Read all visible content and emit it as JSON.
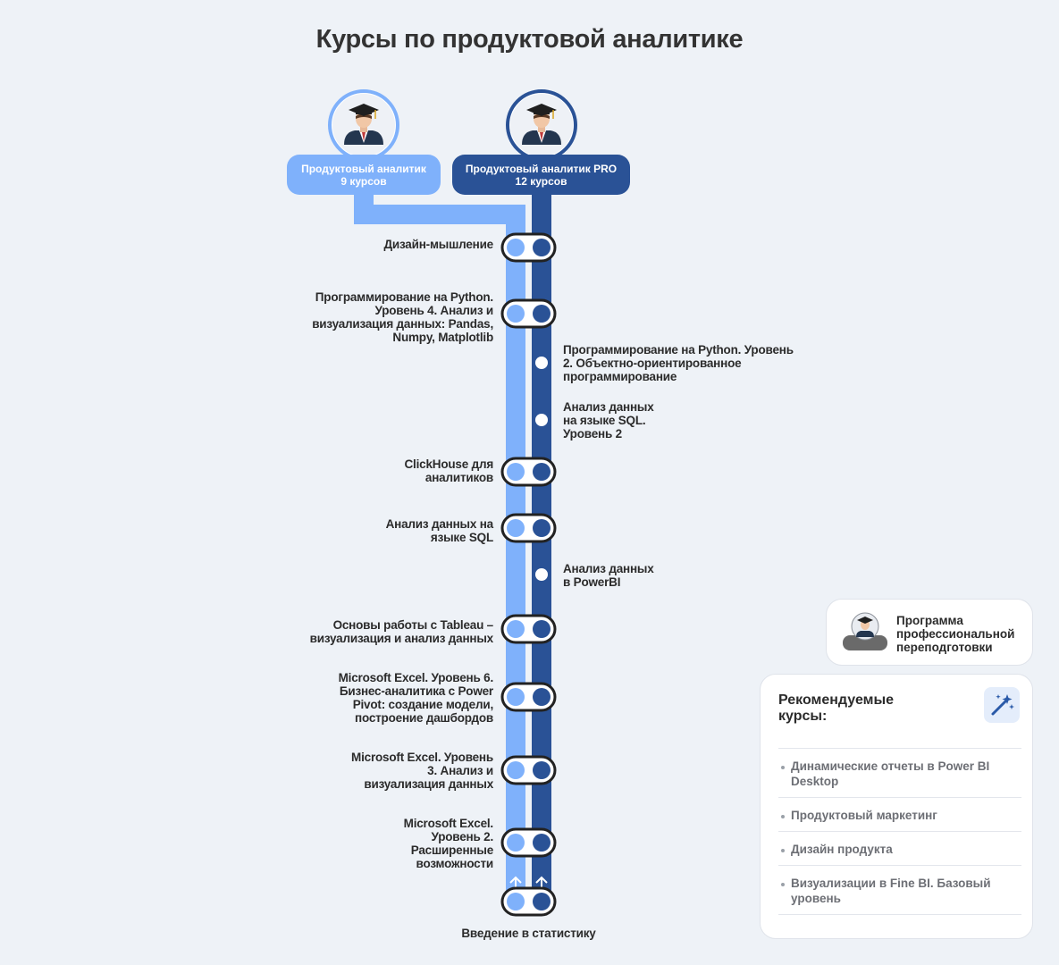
{
  "title": "Курсы по продуктовой аналитике",
  "colors": {
    "light_track": "#7fb1fb",
    "dark_track": "#2a5296",
    "node_border": "#222222",
    "background": "#eef2f7"
  },
  "tracks": {
    "basic": {
      "name": "Продуктовый аналитик",
      "count": "9 курсов",
      "icon": "graduate-avatar-icon"
    },
    "pro": {
      "name": "Продуктовый аналитик PRO",
      "count": "12 курсов",
      "icon": "graduate-avatar-icon"
    }
  },
  "nodes": {
    "n1": {
      "label": "Дизайн-мышление"
    },
    "n2": {
      "label": "Программирование на Python. Уровень 4. Анализ и визуализация данных: Pandas, Numpy, Matplotlib"
    },
    "p1": {
      "label": "Программирование на Python. Уровень 2. Объектно-ориентированное программирование"
    },
    "p2": {
      "label": "Анализ данных на языке SQL. Уровень 2"
    },
    "n3": {
      "label": "ClickHouse для аналитиков"
    },
    "n4": {
      "label": "Анализ данных на языке SQL"
    },
    "p3": {
      "label": "Анализ данных в PowerBI"
    },
    "n5": {
      "label": "Основы работы с Tableau – визуализация и анализ данных"
    },
    "n6": {
      "label": "Microsoft Excel. Уровень 6. Бизнес-аналитика с Power Pivot: создание модели, построение дашбордов"
    },
    "n7": {
      "label": "Microsoft Excel. Уровень 3. Анализ и визуализация данных"
    },
    "n8": {
      "label": "Microsoft Excel. Уровень 2. Расширенные возможности"
    },
    "n9": {
      "label": "Введение в статистику"
    }
  },
  "program_badge": {
    "text": "Программа профессиональной переподготовки",
    "icon": "graduate-avatar-icon"
  },
  "recommended": {
    "title": "Рекомендуемые курсы:",
    "icon": "magic-wand-icon",
    "items": [
      {
        "label": "Динамические отчеты в Power BI Desktop"
      },
      {
        "label": "Продуктовый маркетинг"
      },
      {
        "label": "Дизайн продукта"
      },
      {
        "label": "Визуализации в Fine BI. Базовый уровень"
      }
    ]
  }
}
